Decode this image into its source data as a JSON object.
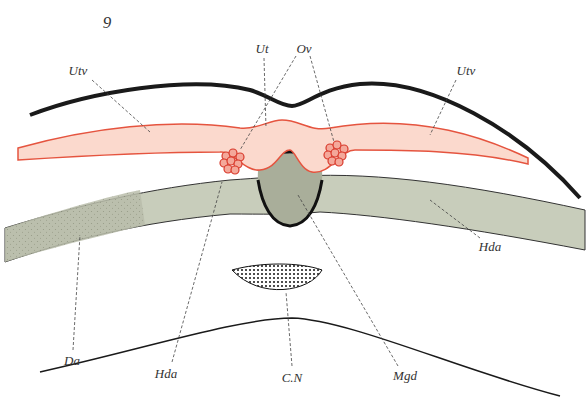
{
  "diagram": {
    "labels": [
      "9",
      "Utv",
      "Ut",
      "Ov",
      "Utv",
      "Hda",
      "Da",
      "Hda",
      "C.N",
      "Mgd"
    ]
  }
}
